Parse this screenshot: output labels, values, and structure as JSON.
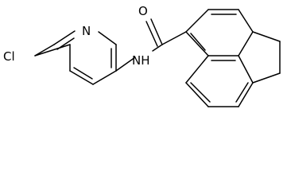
{
  "molecule": {
    "atoms": {
      "cl": "Cl",
      "n_pyridine": "N",
      "nh": "NH",
      "o": "O"
    }
  },
  "colors": {
    "bond": "#000000",
    "label": "#000000",
    "background": "#ffffff"
  }
}
